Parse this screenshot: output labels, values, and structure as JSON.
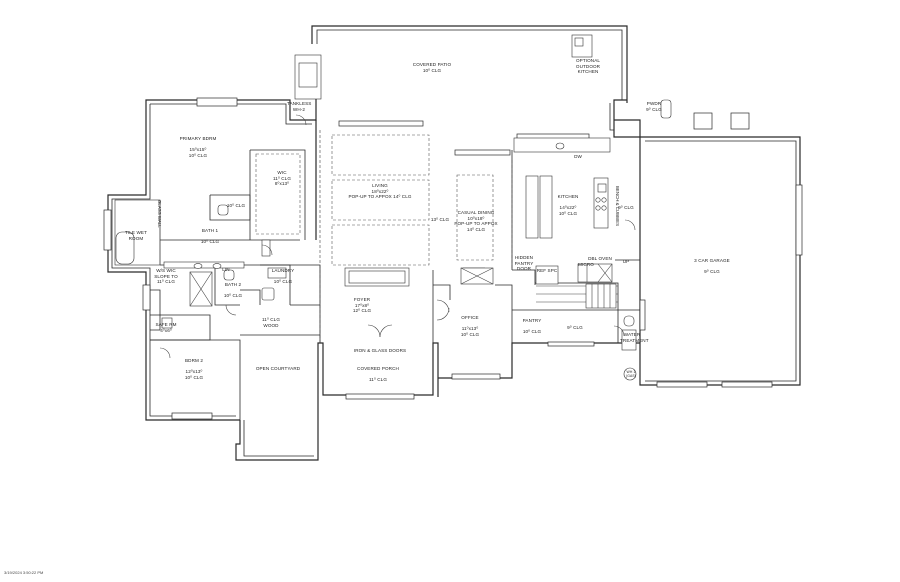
{
  "rooms": {
    "covered_patio": {
      "name": "COVERED PATIO",
      "ceiling": "10⁰ CLG"
    },
    "outdoor_kitchen": {
      "name": "OPTIONAL OUTDOOR KITCHEN"
    },
    "tankless": {
      "name": "TANKLESS WH-2"
    },
    "primary_bdrm": {
      "name": "PRIMARY BDRM",
      "dims": "15⁰x15⁰",
      "ceiling": "10⁰ CLG"
    },
    "wic": {
      "name": "WIC",
      "ceiling": "11⁰ CLG",
      "dims": "8⁰x13⁰"
    },
    "glass_wall": {
      "name": "GLASS WALL"
    },
    "tile_wet_room": {
      "name": "TILE WET ROOM"
    },
    "wc": {
      "name": "10⁰ CLG"
    },
    "bath1": {
      "name": "BATH 1",
      "ceiling": "10⁰ CLG"
    },
    "living": {
      "name": "LIVING",
      "dims": "18⁰x22⁰",
      "ceiling": "POP-UP TO APPOX 14⁰ CLG"
    },
    "center_clg": {
      "name": "13⁰ CLG"
    },
    "casual_dining": {
      "name": "CASUAL DINING",
      "dims": "10⁰x18⁰",
      "ceiling": "POP-UP TO APPOX 14⁰ CLG"
    },
    "dw": {
      "name": "DW"
    },
    "kitchen": {
      "name": "KITCHEN",
      "dims": "14⁰x22⁰",
      "ceiling": "10⁰ CLG"
    },
    "bench_cubbies": {
      "name": "BENCH & CUBBIES",
      "ceiling": "9⁰ CLG"
    },
    "pwdr": {
      "name": "PWDR",
      "ceiling": "9⁰ CLG"
    },
    "garage": {
      "name": "3 CAR GARAGE",
      "ceiling": "9⁰ CLG"
    },
    "up": {
      "name": "UP"
    },
    "wic2": {
      "name": "W/S WIC",
      "ceiling": "SLOPE TO 11⁰ CLG"
    },
    "linen": {
      "name": "LIN"
    },
    "bath2": {
      "name": "BATH 2",
      "ceiling": "10⁰ CLG"
    },
    "laundry": {
      "name": "LAUNDRY",
      "ceiling": "10⁰ CLG"
    },
    "hall": {
      "name": "11⁰ CLG",
      "floor": "WOOD"
    },
    "safe_rm": {
      "name": "SAFE RM",
      "dims": "4⁰x6⁰"
    },
    "foyer": {
      "name": "FOYER",
      "dims": "17⁰x8⁰",
      "ceiling": "12⁰ CLG"
    },
    "office": {
      "name": "OFFICE",
      "dims": "11⁰x13⁰",
      "ceiling": "10⁰ CLG"
    },
    "hidden_pantry": {
      "name": "HIDDEN PANTRY DOOR"
    },
    "ref_spc": {
      "name": "REF SPC"
    },
    "micro": {
      "name": "MICRO"
    },
    "oil_oven": {
      "name": "DBL OVEN"
    },
    "pantry": {
      "name": "PANTRY",
      "ceiling": "10⁰ CLG"
    },
    "pantry2": {
      "name": "9⁰ CLG"
    },
    "water_treatment": {
      "name": "WATER TREATMENT"
    },
    "wh": {
      "name": "WH 1 (GAS)"
    },
    "bdrm2": {
      "name": "BDRM 2",
      "dims": "12⁰x13⁰",
      "ceiling": "10⁰ CLG"
    },
    "courtyard": {
      "name": "OPEN COURTYARD"
    },
    "doors": {
      "name": "IRON & GLASS DOORS"
    },
    "covered_porch": {
      "name": "COVERED PORCH",
      "ceiling": "11⁰ CLG"
    }
  },
  "footer": {
    "timestamp": "3/19/2024 3:50:22 PM"
  }
}
